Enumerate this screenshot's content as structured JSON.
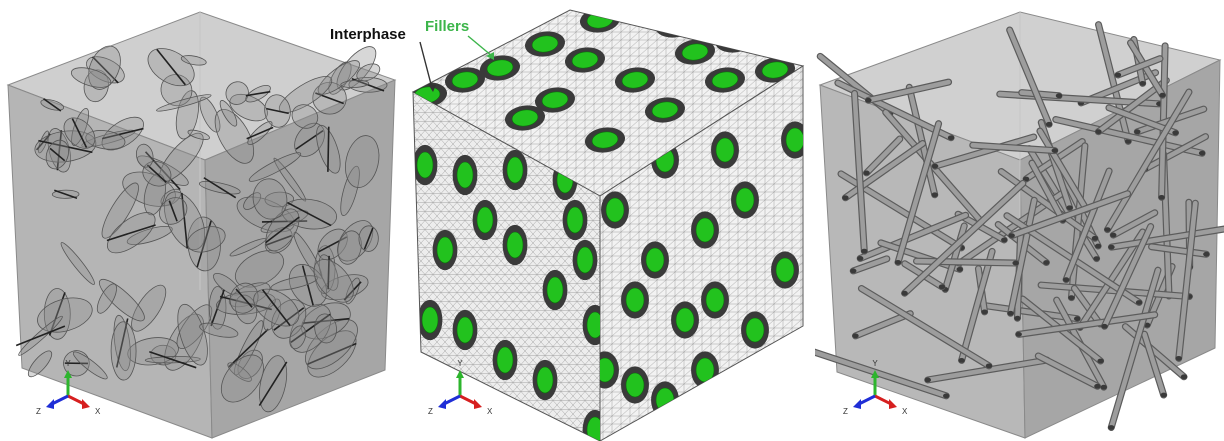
{
  "annotations": {
    "interphase": "Interphase",
    "fillers": "Fillers"
  },
  "triads": [
    {
      "x": "X",
      "y": "Y",
      "z": "Z"
    },
    {
      "x": "X",
      "y": "Y",
      "z": "Z"
    },
    {
      "x": "X",
      "y": "Y",
      "z": "Z"
    }
  ],
  "colors": {
    "filler_green": "#22c21e",
    "interphase_dark": "#3a3a3a",
    "mesh_white": "#f2f2f2",
    "matrix_gray": "#b4b4b4",
    "axis_x": "#d61f1f",
    "axis_y": "#2db52d",
    "axis_z": "#1f2ed6",
    "label_fillers": "#3cb54a"
  }
}
